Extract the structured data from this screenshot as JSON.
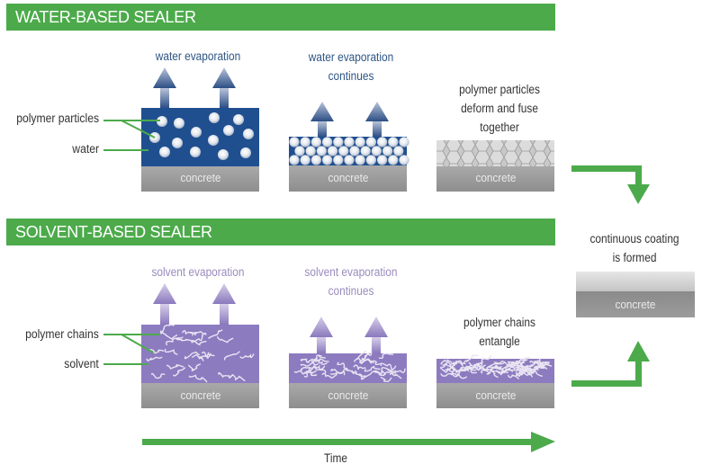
{
  "water_section": {
    "title": "WATER-BASED SEALER",
    "stage1_caption": "water evaporation",
    "stage2_caption_lines": [
      "water evaporation",
      "continues"
    ],
    "stage3_caption_lines": [
      "polymer particles",
      "deform and fuse",
      "together"
    ],
    "side_labels": {
      "particles": "polymer particles",
      "medium": "water"
    },
    "layer_color": "#1f4f8f",
    "arrow_color": "#3a5a8c"
  },
  "solvent_section": {
    "title": "SOLVENT-BASED SEALER",
    "stage1_caption": "solvent evaporation",
    "stage2_caption_lines": [
      "solvent evaporation",
      "continues"
    ],
    "stage3_caption_lines": [
      "polymer chains",
      "entangle"
    ],
    "side_labels": {
      "particles": "polymer chains",
      "medium": "solvent"
    },
    "layer_color": "#8d7bc0",
    "arrow_color": "#8a78bd"
  },
  "result": {
    "caption_lines": [
      "continuous coating",
      "is formed"
    ]
  },
  "substrate_label": "concrete",
  "time_label": "Time",
  "colors": {
    "accent_green": "#4caa4b",
    "concrete": "#9a9a9a"
  }
}
